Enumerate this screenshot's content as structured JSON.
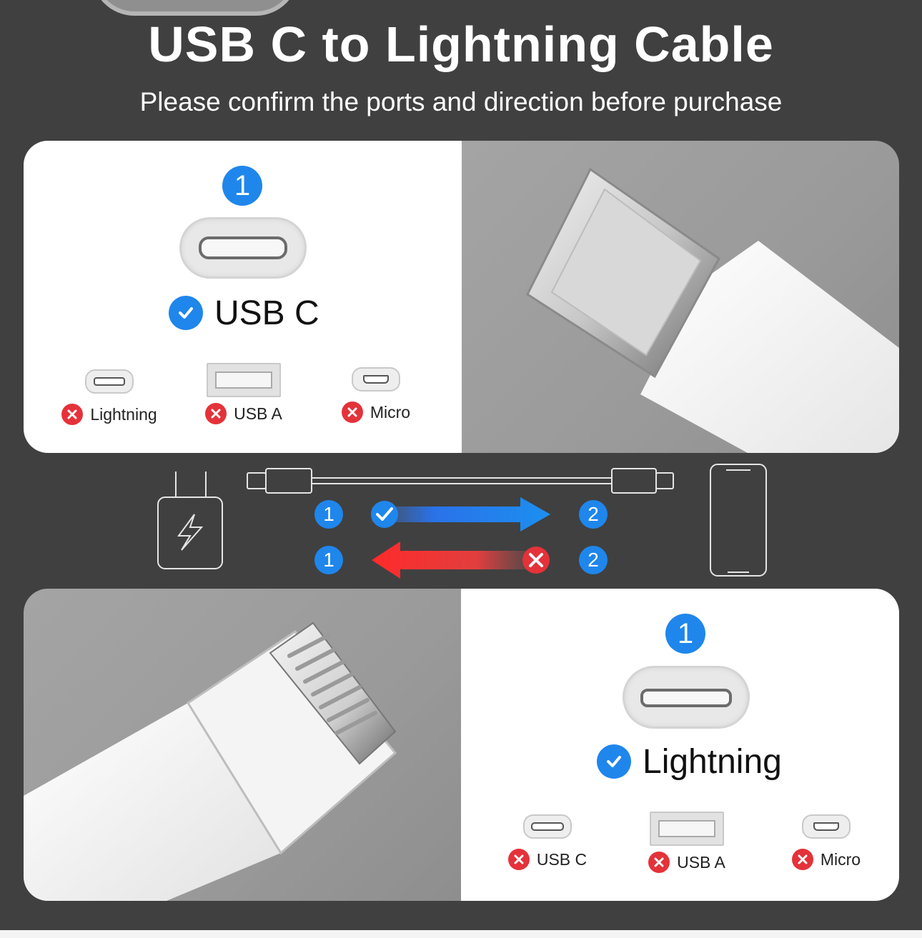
{
  "header": {
    "title": "USB C to Lightning Cable",
    "subtitle": "Please confirm the ports and direction before purchase"
  },
  "top_panel": {
    "badge": "1",
    "correct_label": "USB C",
    "wrong": [
      {
        "label": "Lightning",
        "icon": "lightning-port-icon"
      },
      {
        "label": "USB A",
        "icon": "usb-a-port-icon"
      },
      {
        "label": "Micro",
        "icon": "micro-usb-port-icon"
      }
    ]
  },
  "bottom_panel": {
    "badge": "1",
    "correct_label": "Lightning",
    "wrong": [
      {
        "label": "USB C",
        "icon": "usb-c-port-icon"
      },
      {
        "label": "USB A",
        "icon": "usb-a-port-icon"
      },
      {
        "label": "Micro",
        "icon": "micro-usb-port-icon"
      }
    ]
  },
  "diagram": {
    "correct_from": "1",
    "correct_to": "2",
    "wrong_from": "1",
    "wrong_to": "2"
  },
  "colors": {
    "background": "#404040",
    "accent_blue": "#1f86ec",
    "error_red": "#e4323a"
  }
}
